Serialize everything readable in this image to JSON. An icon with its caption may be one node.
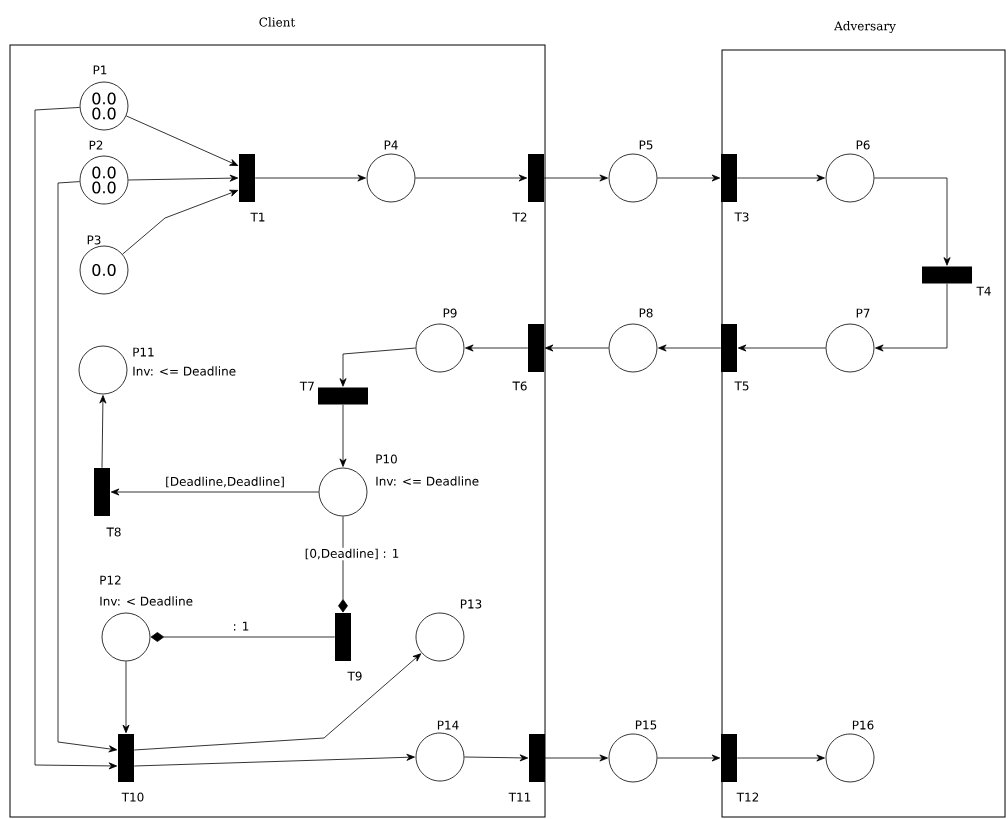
{
  "diagram": {
    "nodes": [
      {
        "text": [
          "Client"
        ]
      },
      {
        "text": [
          "Adversary"
        ]
      },
      {
        "text": [
          "P1",
          "0.0 0.0"
        ],
        "in": 0
      },
      {
        "text": [
          "P2",
          "0.0 0.0"
        ],
        "in": 0
      },
      {
        "text": [
          "P3",
          "0.0"
        ],
        "in": 0
      },
      {
        "text": [
          "T1"
        ],
        "in": 0
      },
      {
        "text": [
          "P4"
        ],
        "in": 0
      },
      {
        "text": [
          "T2"
        ],
        "in": 0
      },
      {
        "text": [
          "P5"
        ]
      },
      {
        "text": [
          "T3"
        ],
        "in": 1
      },
      {
        "text": [
          "P6"
        ],
        "in": 1
      },
      {
        "text": [
          "T4"
        ],
        "in": 1
      },
      {
        "text": [
          "P7"
        ],
        "in": 1
      },
      {
        "text": [
          "T5"
        ],
        "in": 1
      },
      {
        "text": [
          "P8"
        ]
      },
      {
        "text": [
          "T6"
        ],
        "in": 0
      },
      {
        "text": [
          "P9"
        ],
        "in": 0
      },
      {
        "text": [
          "T7"
        ],
        "in": 0
      },
      {
        "text": [
          "P11",
          "Inv: <= Deadline"
        ],
        "in": 0
      },
      {
        "text": [
          "P10",
          "Inv: <= Deadline"
        ],
        "in": 0
      },
      {
        "text": [
          "T8"
        ],
        "in": 0
      },
      {
        "text": [
          "P12",
          "Inv: < Deadline"
        ],
        "in": 0
      },
      {
        "text": [
          "T9"
        ],
        "in": 0
      },
      {
        "text": [
          "P13"
        ],
        "in": 0
      },
      {
        "text": [
          "T10"
        ],
        "in": 0
      },
      {
        "text": [
          "P14"
        ],
        "in": 0
      },
      {
        "text": [
          "T11"
        ],
        "in": 0
      },
      {
        "text": [
          "P15"
        ]
      },
      {
        "text": [
          "T12"
        ],
        "in": 1
      },
      {
        "text": [
          "P16"
        ],
        "in": 1
      }
    ],
    "edges": [
      {
        "from": 2,
        "to": 5,
        "arrow": "to"
      },
      {
        "from": 3,
        "to": 5,
        "arrow": "to"
      },
      {
        "from": 4,
        "to": 5,
        "arrow": "to"
      },
      {
        "from": 5,
        "to": 6,
        "arrow": "to"
      },
      {
        "from": 6,
        "to": 7,
        "arrow": "to"
      },
      {
        "from": 7,
        "to": 8,
        "arrow": "to"
      },
      {
        "from": 8,
        "to": 9,
        "arrow": "to"
      },
      {
        "from": 9,
        "to": 10,
        "arrow": "to"
      },
      {
        "from": 10,
        "to": 11,
        "arrow": "to"
      },
      {
        "from": 11,
        "to": 12,
        "arrow": "to"
      },
      {
        "from": 12,
        "to": 13,
        "arrow": "to"
      },
      {
        "from": 13,
        "to": 14,
        "arrow": "to"
      },
      {
        "from": 14,
        "to": 15,
        "arrow": "to"
      },
      {
        "from": 15,
        "to": 16,
        "arrow": "to"
      },
      {
        "from": 16,
        "to": 17,
        "arrow": "to"
      },
      {
        "from": 17,
        "to": 19,
        "arrow": "to"
      },
      {
        "from": 19,
        "to": 20,
        "arrow": "to",
        "label": "[Deadline,Deadline]"
      },
      {
        "from": 20,
        "to": 18,
        "arrow": "to"
      },
      {
        "from": 19,
        "to": 22,
        "arrow": "other",
        "label": "[0,Deadline] : 1"
      },
      {
        "from": 22,
        "to": 21,
        "arrow": "other",
        "label": ": 1"
      },
      {
        "from": 21,
        "to": 24,
        "arrow": "to"
      },
      {
        "from": 2,
        "to": 24,
        "arrow": "to"
      },
      {
        "from": 3,
        "to": 24,
        "arrow": "to"
      },
      {
        "from": 24,
        "to": 23,
        "arrow": "to"
      },
      {
        "from": 24,
        "to": 25,
        "arrow": "to"
      },
      {
        "from": 25,
        "to": 26,
        "arrow": "to"
      },
      {
        "from": 26,
        "to": 27,
        "arrow": "to"
      },
      {
        "from": 27,
        "to": 28,
        "arrow": "to"
      },
      {
        "from": 28,
        "to": 29,
        "arrow": "to"
      }
    ]
  }
}
